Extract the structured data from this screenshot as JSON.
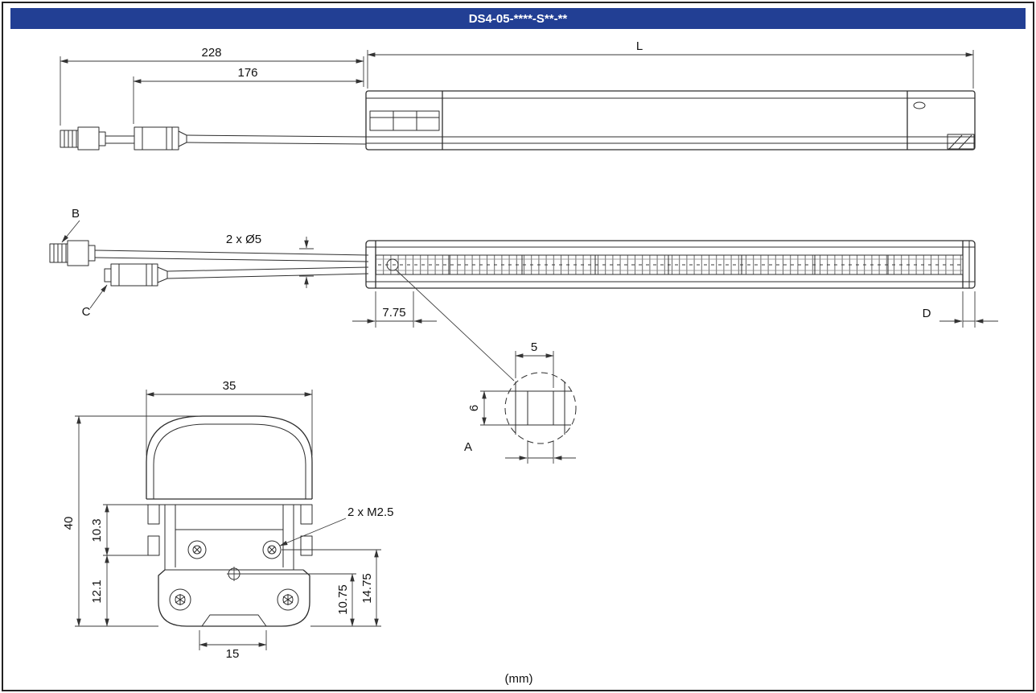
{
  "header": {
    "title": "DS4-05-****-S**-**"
  },
  "colors": {
    "header_bg": "#223f94",
    "header_text": "#ffffff"
  },
  "top_view": {
    "dim_total": "228",
    "dim_connector": "176",
    "dim_length": "L"
  },
  "front_view": {
    "label_b": "B",
    "label_c": "C",
    "dim_cable": "2 x Ø5",
    "dim_offset": "7.75",
    "dim_end": "D"
  },
  "detail_view": {
    "dim_width": "5",
    "dim_height": "6",
    "label": "A"
  },
  "section_view": {
    "dim_width": "35",
    "dim_height": "40",
    "dim_upper": "10.3",
    "dim_lower": "12.1",
    "thread_note": "2 x M2.5",
    "dim_groove": "15",
    "dim_center_height": "10.75",
    "dim_screw_height": "14.75"
  },
  "footer": {
    "units": "(mm)"
  }
}
